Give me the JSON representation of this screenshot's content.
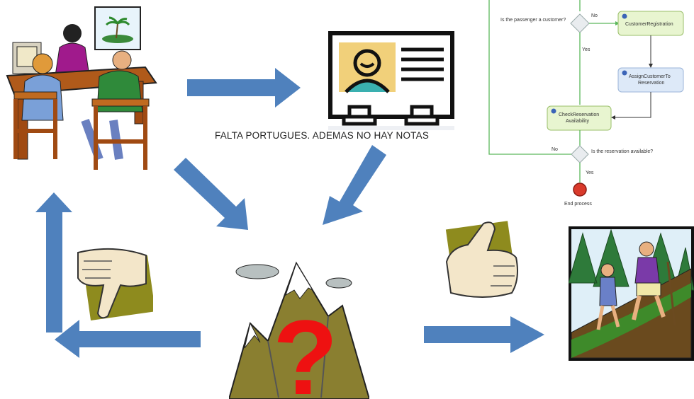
{
  "caption": "FALTA PORTUGUES. ADEMAS NO HAY NOTAS",
  "flowchart": {
    "decision_customer": "Is the passenger a customer?",
    "no_label_1": "No",
    "yes_label_1": "Yes",
    "task_customer_registration": "CustomerRegistration",
    "task_assign_line1": "AssignCustomerTo",
    "task_assign_line2": "Reservation",
    "task_check_line1": "CheckReservation",
    "task_check_line2": "Availability",
    "no_label_2": "No",
    "decision_reservation": "Is the reservation available?",
    "yes_label_2": "Yes",
    "end_label": "End process"
  },
  "colors": {
    "arrow": "#4f81bd",
    "question_mark": "#ee1111",
    "flow_line": "#5cb85c",
    "task_fill": "#e8f5d0",
    "task_fill_blue": "#dde9f8",
    "end_event": "#d93a2b"
  },
  "icons": [
    "office-meeting-clipart",
    "id-card-icon",
    "flowchart-diagram",
    "thumbs-down-icon",
    "mountain-question-clipart",
    "thumbs-up-icon",
    "hikers-clipart"
  ]
}
